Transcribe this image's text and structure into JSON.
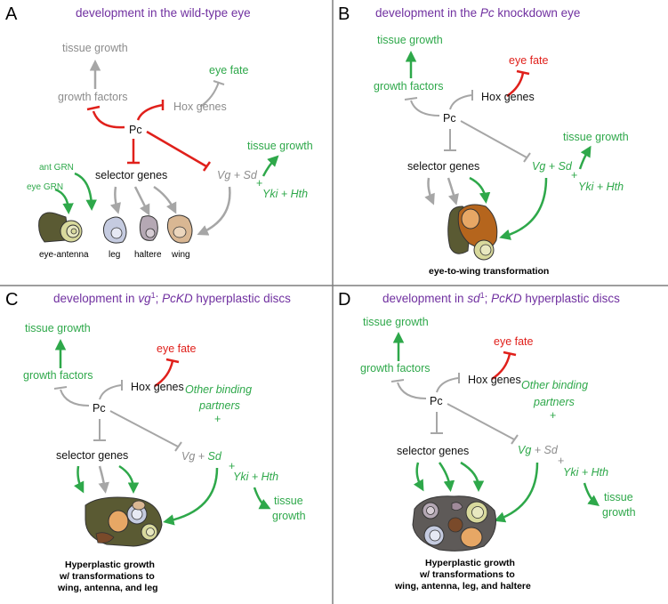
{
  "colors": {
    "green": "#2ea84a",
    "red": "#e0201b",
    "grey": "#a6a6a6",
    "title": "#7030a0",
    "divider": "#7f7f7f"
  },
  "panelA": {
    "letter": "A",
    "title": "development in the wild-type eye",
    "tissue_growth_top": "tissue growth",
    "growth_factors": "growth factors",
    "eye_fate": "eye fate",
    "hox": "Hox genes",
    "pc": "Pc",
    "selector": "selector genes",
    "vg_sd": "Vg + Sd",
    "plus": "+",
    "yki_hth": "Yki + Hth",
    "tissue_growth_right": "tissue growth",
    "ant_grn": "ant GRN",
    "eye_grn": "eye GRN",
    "disc_labels": [
      "eye-antenna",
      "leg",
      "haltere",
      "wing"
    ]
  },
  "panelB": {
    "letter": "B",
    "title_pre": "development in the ",
    "title_italic": "Pc",
    "title_post": " knockdown eye",
    "tissue_growth_top": "tissue growth",
    "growth_factors": "growth factors",
    "eye_fate": "eye fate",
    "hox": "Hox genes",
    "pc": "Pc",
    "selector": "selector genes",
    "vg_sd": "Vg + Sd",
    "plus": "+",
    "yki_hth": "Yki + Hth",
    "tissue_growth_right": "tissue growth",
    "caption": "eye-to-wing transformation"
  },
  "panelC": {
    "letter": "C",
    "title_pre": "development in ",
    "title_italic": "vg",
    "title_sup": "1",
    "title_semi": "; ",
    "title_italic2": "PcKD",
    "title_post": " hyperplastic discs",
    "tissue_growth_top": "tissue growth",
    "growth_factors": "growth factors",
    "eye_fate": "eye fate",
    "hox": "Hox genes",
    "pc": "Pc",
    "selector": "selector genes",
    "other1": "Other binding",
    "other2": "partners",
    "plus": "+",
    "vg": "Vg + ",
    "sd": "Sd",
    "yki_hth": "Yki + Hth",
    "tissue": "tissue",
    "growth": "growth",
    "caption1": "Hyperplastic growth",
    "caption2": "w/ transformations to",
    "caption3": "wing, antenna, and leg"
  },
  "panelD": {
    "letter": "D",
    "title_pre": "development in ",
    "title_italic": "sd",
    "title_sup": "1",
    "title_semi": "; ",
    "title_italic2": "PcKD",
    "title_post": " hyperplastic discs",
    "tissue_growth_top": "tissue growth",
    "growth_factors": "growth factors",
    "eye_fate": "eye fate",
    "hox": "Hox genes",
    "pc": "Pc",
    "selector": "selector genes",
    "other1": "Other binding",
    "other2": "partners",
    "plus": "+",
    "vg": "Vg",
    "sd": " + Sd",
    "yki_hth": "Yki + Hth",
    "tissue": "tissue",
    "growth": "growth",
    "caption1": "Hyperplastic growth",
    "caption2": "w/ transformations to",
    "caption3": "wing, antenna, leg, and haltere"
  }
}
